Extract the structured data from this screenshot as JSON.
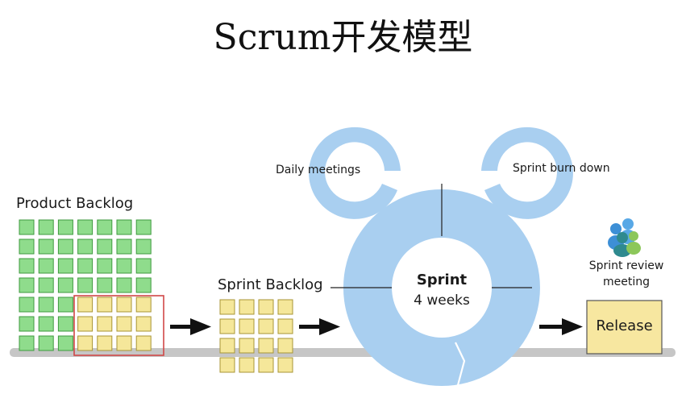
{
  "title": "Scrum开发模型",
  "product_backlog": {
    "label": "Product Backlog"
  },
  "sprint_backlog": {
    "label": "Sprint Backlog"
  },
  "daily_meetings": {
    "label": "Daily meetings"
  },
  "burn_down": {
    "label": "Sprint burn down"
  },
  "sprint": {
    "label": "Sprint",
    "duration": "4 weeks"
  },
  "review": {
    "label_line1": "Sprint review",
    "label_line2": "meeting"
  },
  "release": {
    "label": "Release"
  },
  "colors": {
    "green": "#8fdc8c",
    "green_border": "#3f9a3f",
    "yellow": "#f5e79a",
    "yellow_border": "#a89535",
    "blue": "#a9cff0",
    "red_border": "#d04848",
    "release_fill": "#f7e7a0",
    "baseline": "#c6c6c6"
  }
}
